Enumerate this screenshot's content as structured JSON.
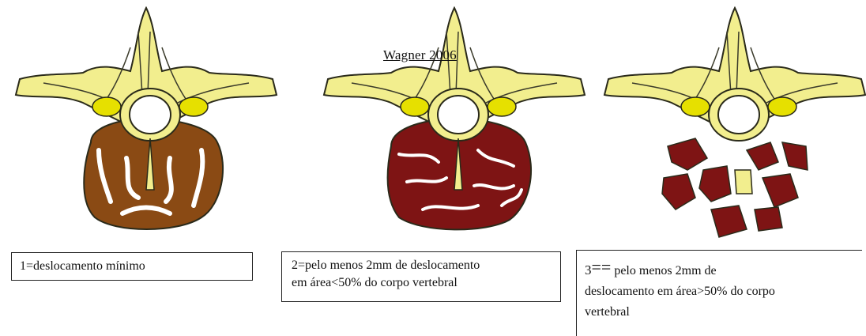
{
  "credit": "Wagner 2006",
  "palette": {
    "bone": "#f2ee8e",
    "bone_dark": "#d6cf52",
    "outline": "#2a2a1a",
    "grade1_fill": "#8a4a14",
    "grade23_fill": "#7e1414",
    "canal": "#ffffff"
  },
  "panels": [
    {
      "grade": "1",
      "caption": "1=deslocamento mínimo"
    },
    {
      "grade": "2",
      "caption_line1": "2=pelo menos 2mm de deslocamento",
      "caption_line2": "em área<50% do corpo vertebral"
    },
    {
      "grade": "3",
      "caption_num": "3",
      "caption_eq": "==",
      "caption_line1": " pelo menos 2mm de",
      "caption_line2": "deslocamento em área>50% do corpo",
      "caption_line3": "vertebral"
    }
  ]
}
